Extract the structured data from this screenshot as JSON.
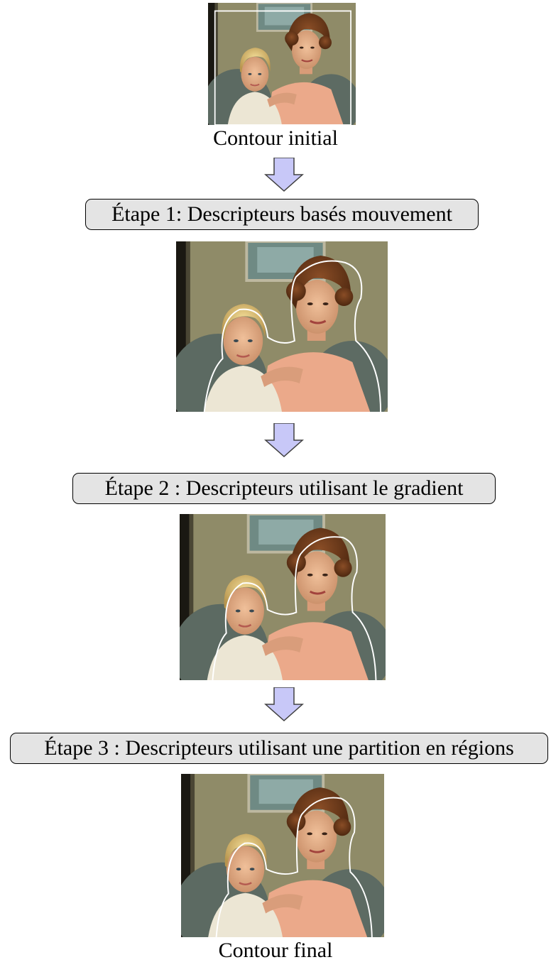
{
  "captions": {
    "initial": "Contour initial",
    "final": "Contour final"
  },
  "stages": [
    {
      "label": "Étape 1: Descripteurs basés mouvement"
    },
    {
      "label": "Étape 2 : Descripteurs utilisant le gradient"
    },
    {
      "label": "Étape 3 : Descripteurs utilisant une partition en régions"
    }
  ],
  "icons": {
    "flow_arrow": "down-arrow-icon"
  },
  "colors": {
    "arrow_fill": "#c8c8f8",
    "stage_box_fill": "#e4e4e4",
    "contour": "#ffffff"
  }
}
